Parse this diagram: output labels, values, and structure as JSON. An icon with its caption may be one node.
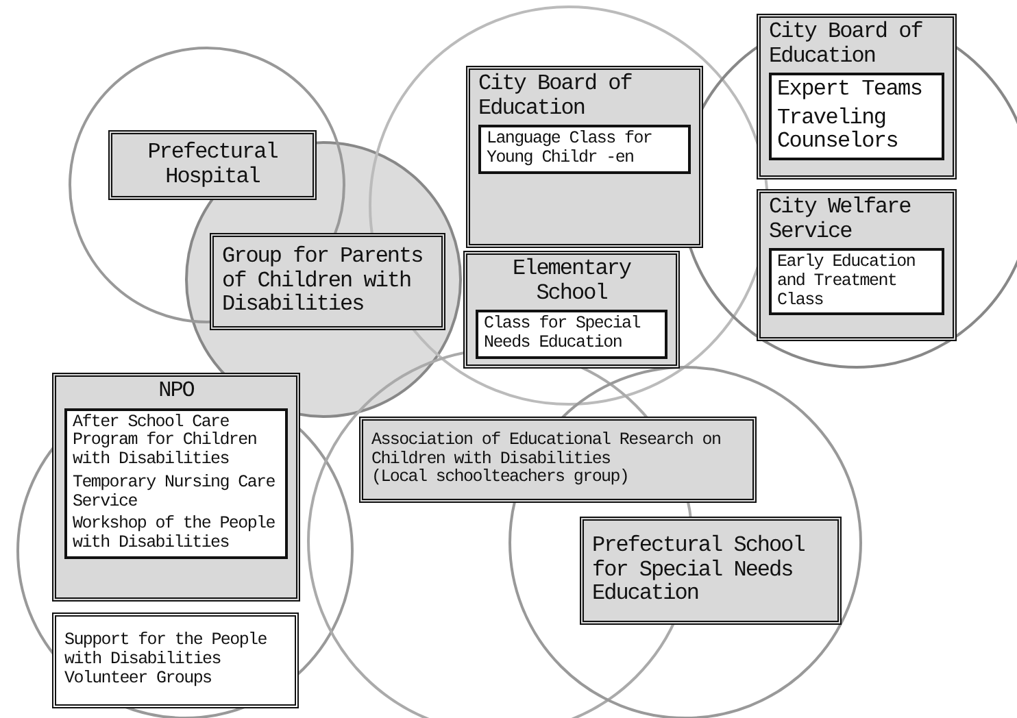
{
  "diagram": {
    "nodes": [
      {
        "text": [
          "Prefectural Hospital"
        ]
      },
      {
        "text": [
          "Group for Parents of Children with Disabilities"
        ]
      },
      {
        "text": [
          "City Board of Education"
        ]
      },
      {
        "text": [
          "Language Class for Young Childr -en"
        ],
        "in": 2
      },
      {
        "text": [
          "Elementary School"
        ]
      },
      {
        "text": [
          "Class for Special Needs Education"
        ],
        "in": 4
      },
      {
        "text": [
          "City Board of Education"
        ]
      },
      {
        "text": [
          "Expert Teams",
          "Traveling Counselors"
        ],
        "in": 6
      },
      {
        "text": [
          "City Welfare Service"
        ]
      },
      {
        "text": [
          "Early Education and Treatment Class"
        ],
        "in": 8
      },
      {
        "text": [
          "NPO"
        ]
      },
      {
        "text": [
          "After School Care Program for Children with Disabilities",
          "Temporary Nursing Care Service",
          "Workshop of the People with Disabilities"
        ],
        "in": 10
      },
      {
        "text": [
          "Support for the People with Disabilities",
          "Volunteer Groups"
        ]
      },
      {
        "text": [
          "Association of Educational Research on Children with Disabilities",
          "(Local schoolteachers group)"
        ]
      },
      {
        "text": [
          "Prefectural School for Special Needs Education"
        ]
      }
    ]
  }
}
